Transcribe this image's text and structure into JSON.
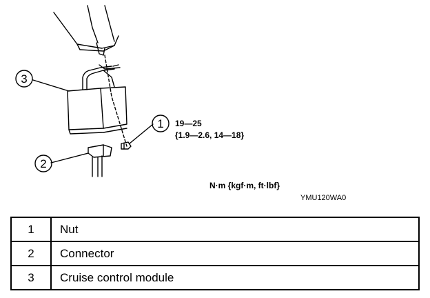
{
  "diagram": {
    "callouts": [
      {
        "number": "1",
        "part": "nut"
      },
      {
        "number": "2",
        "part": "connector"
      },
      {
        "number": "3",
        "part": "cruise-control-module"
      }
    ],
    "torque_line1": "19—25",
    "torque_line2": "{1.9—2.6, 14—18}",
    "unit_note": "N·m {kgf·m, ft·lbf}",
    "figure_code": "YMU120WA0"
  },
  "legend": {
    "rows": [
      {
        "number": "1",
        "description": "Nut"
      },
      {
        "number": "2",
        "description": "Connector"
      },
      {
        "number": "3",
        "description": "Cruise control module"
      }
    ]
  }
}
